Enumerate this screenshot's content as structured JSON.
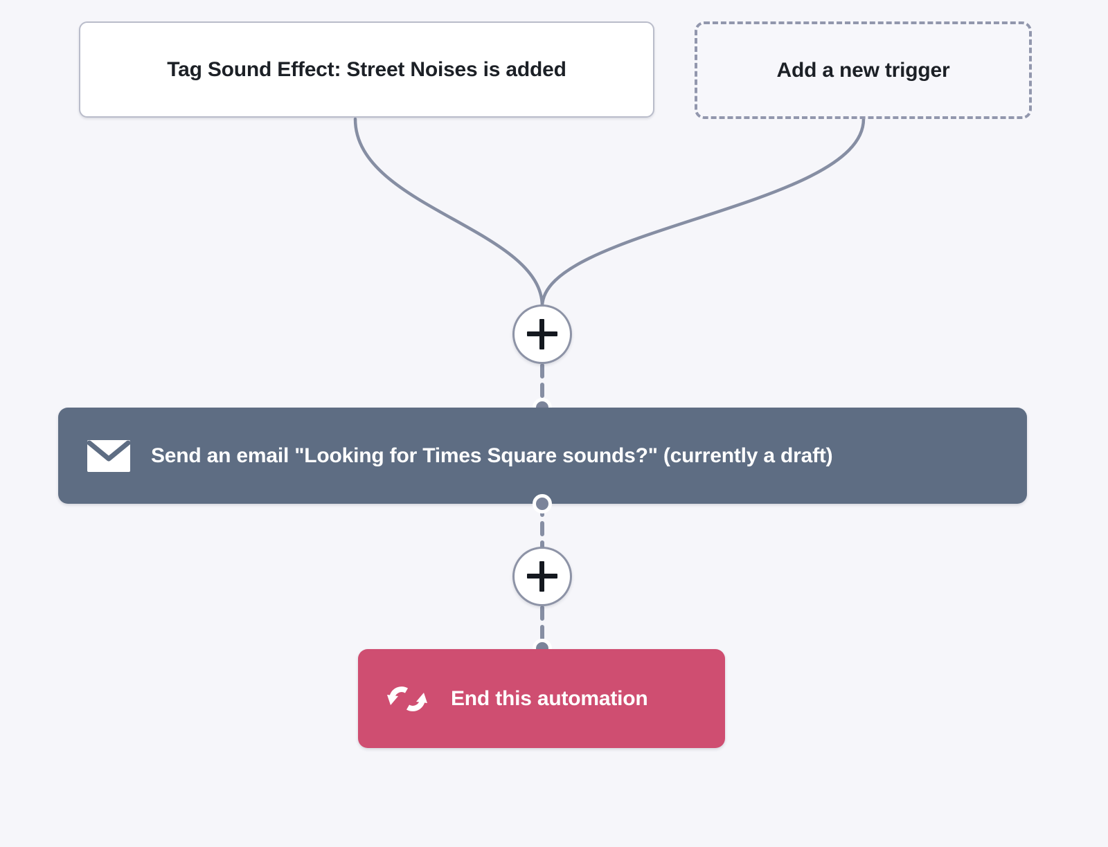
{
  "canvas": {
    "background_color": "#f6f6fa"
  },
  "triggers": [
    {
      "id": "tag-added",
      "label": "Tag Sound Effect: Street Noises is added",
      "style": "solid",
      "icon": null
    },
    {
      "id": "add-new",
      "label": "Add a new trigger",
      "style": "dashed",
      "icon": null
    }
  ],
  "nodes": {
    "add_step_1": {
      "label": "+",
      "icon": "plus-icon"
    },
    "add_step_2": {
      "label": "+",
      "icon": "plus-icon"
    }
  },
  "actions": [
    {
      "id": "send-email",
      "label": "Send an email \"Looking for Times Square sounds?\" (currently a draft)",
      "icon": "envelope-icon",
      "color": "#5e6d83",
      "text_color": "#ffffff"
    },
    {
      "id": "end-automation",
      "label": "End this automation",
      "icon": "cycle-arrows-icon",
      "color": "#cf4e71",
      "text_color": "#ffffff"
    }
  ],
  "colors": {
    "background": "#f6f6fa",
    "card_border": "#b9bcca",
    "dashed_border": "#9297ad",
    "connector_line": "#868ea3",
    "connector_dot": "#7b849a",
    "email_action": "#5e6d83",
    "end_action": "#cf4e71",
    "text_dark": "#1c2026",
    "text_light": "#ffffff"
  }
}
